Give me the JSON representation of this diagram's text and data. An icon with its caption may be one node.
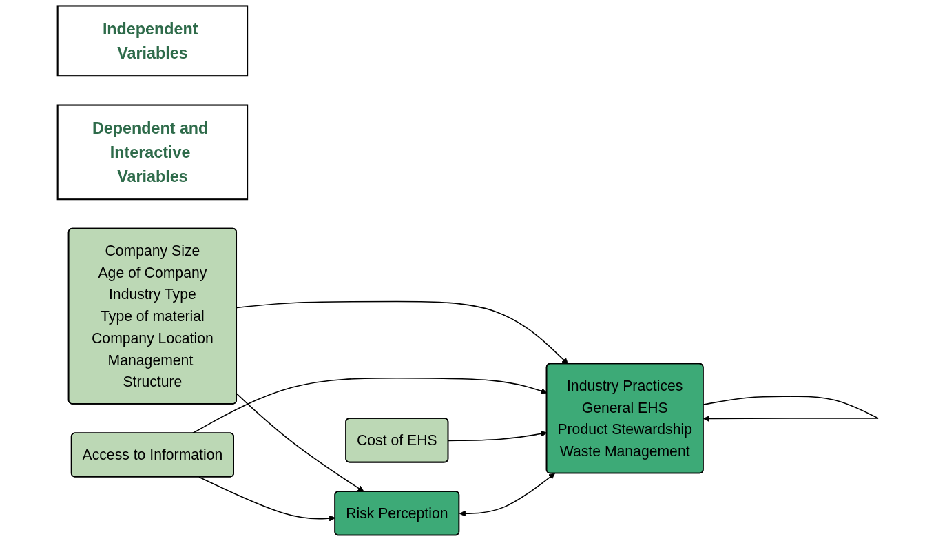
{
  "diagram": {
    "nodes": [
      {
        "text": [
          "Independent Variables"
        ]
      },
      {
        "text": [
          "Dependent and Interactive Variables"
        ]
      },
      {
        "text": [
          "Company Size",
          "Age of Company",
          "Industry Type",
          "Type of material",
          "Company Location",
          "Management Structure"
        ]
      },
      {
        "text": [
          "Risk Perception"
        ]
      },
      {
        "text": [
          "Access to Information"
        ]
      },
      {
        "text": [
          "Cost of EHS"
        ]
      },
      {
        "text": [
          "Industry Practices",
          "General EHS",
          "Product Stewardship",
          "Waste Management"
        ]
      }
    ],
    "edges": [
      {
        "from": 2,
        "to": 3,
        "arrow": "to"
      },
      {
        "from": 2,
        "to": 6,
        "arrow": "to"
      },
      {
        "from": 4,
        "to": 3,
        "arrow": "to"
      },
      {
        "from": 4,
        "to": 6,
        "arrow": "to"
      },
      {
        "from": 5,
        "to": 6,
        "arrow": "to"
      },
      {
        "from": 3,
        "to": 6,
        "arrow": "both"
      },
      {
        "from": 6,
        "to": 6,
        "arrow": "to"
      }
    ]
  }
}
